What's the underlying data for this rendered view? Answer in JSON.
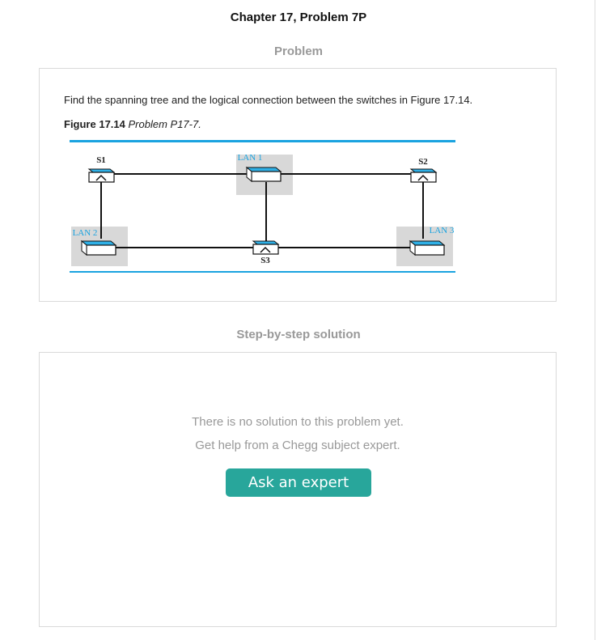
{
  "header": {
    "chapter_title": "Chapter 17, Problem 7P"
  },
  "problem": {
    "heading": "Problem",
    "text": "Find the spanning tree and the logical connection between the switches in Figure 17.14.",
    "figure_label": "Figure 17.14",
    "figure_desc": "Problem P17-7.",
    "figure": {
      "switch_labels": [
        "S1",
        "S2",
        "S3"
      ],
      "lan_labels": [
        "LAN 1",
        "LAN 2",
        "LAN 3"
      ],
      "colors": {
        "rule": "#1aa3e0",
        "lan_box": "#d8d8d8",
        "lan_label": "#1aa3e0",
        "switch_top": "#2fb0e6",
        "link": "#111111"
      }
    }
  },
  "solution": {
    "heading": "Step-by-step solution",
    "message_line1": "There is no solution to this problem yet.",
    "message_line2": "Get help from a Chegg subject expert.",
    "ask_button_label": "Ask an expert"
  }
}
